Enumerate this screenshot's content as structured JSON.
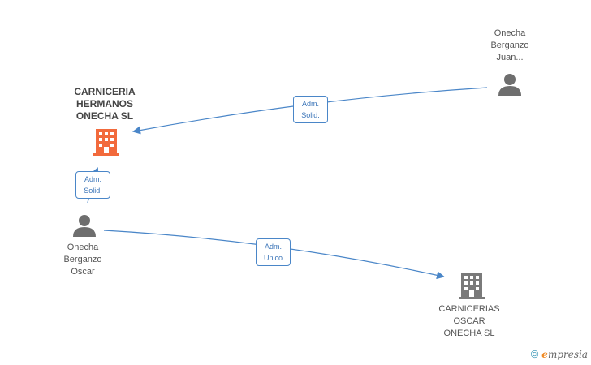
{
  "nodes": {
    "carniceria_hermanos": {
      "label": [
        "CARNICERIA",
        "HERMANOS",
        "ONECHA SL"
      ],
      "color": "#f26a3c"
    },
    "carnicerias_oscar": {
      "label": [
        "CARNICERIAS",
        "OSCAR",
        "ONECHA SL"
      ],
      "color": "#7a7a7a"
    },
    "juan": {
      "label": [
        "Onecha",
        "Berganzo",
        "Juan..."
      ],
      "color": "#6e6e6e"
    },
    "oscar": {
      "label": [
        "Onecha",
        "Berganzo",
        "Oscar"
      ],
      "color": "#6e6e6e"
    }
  },
  "edges": [
    {
      "label": [
        "Adm.",
        "Solid."
      ]
    },
    {
      "label": [
        "Adm.",
        "Solid."
      ]
    },
    {
      "label": [
        "Adm.",
        "Unico"
      ]
    }
  ],
  "colors": {
    "edge": "#4a86c8"
  },
  "watermark": {
    "copyright": "©",
    "brand_first": "e",
    "brand_rest": "mpresia"
  }
}
